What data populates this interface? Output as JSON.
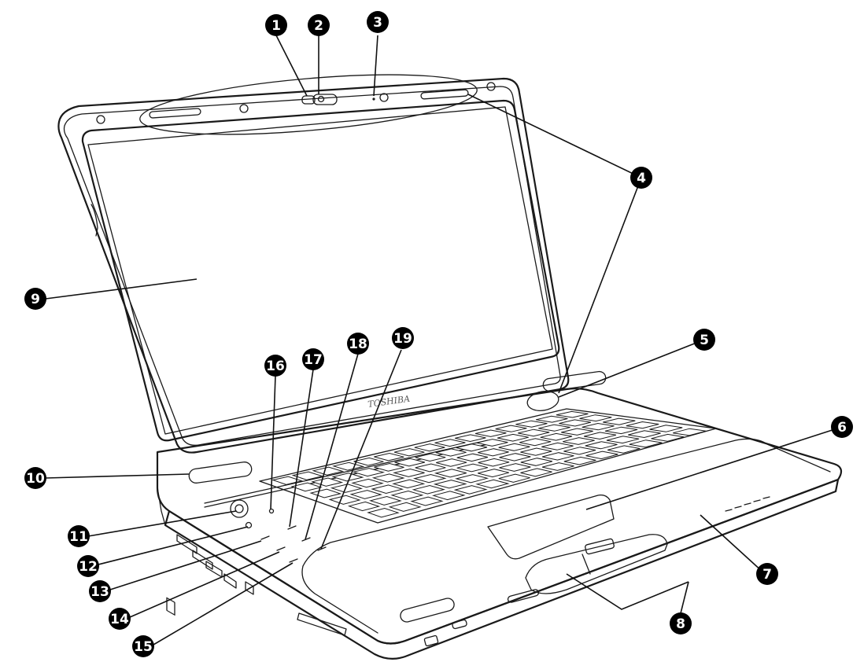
{
  "diagram": {
    "logo_text": "TOSHIBA",
    "callouts": [
      {
        "id": "1",
        "label": "1"
      },
      {
        "id": "2",
        "label": "2"
      },
      {
        "id": "3",
        "label": "3"
      },
      {
        "id": "4",
        "label": "4"
      },
      {
        "id": "5",
        "label": "5"
      },
      {
        "id": "6",
        "label": "6"
      },
      {
        "id": "7",
        "label": "7"
      },
      {
        "id": "8",
        "label": "8"
      },
      {
        "id": "9",
        "label": "9"
      },
      {
        "id": "10",
        "label": "10"
      },
      {
        "id": "11",
        "label": "11"
      },
      {
        "id": "12",
        "label": "12"
      },
      {
        "id": "13",
        "label": "13"
      },
      {
        "id": "14",
        "label": "14"
      },
      {
        "id": "15",
        "label": "15"
      },
      {
        "id": "16",
        "label": "16"
      },
      {
        "id": "17",
        "label": "17"
      },
      {
        "id": "18",
        "label": "18"
      },
      {
        "id": "19",
        "label": "19"
      }
    ]
  }
}
